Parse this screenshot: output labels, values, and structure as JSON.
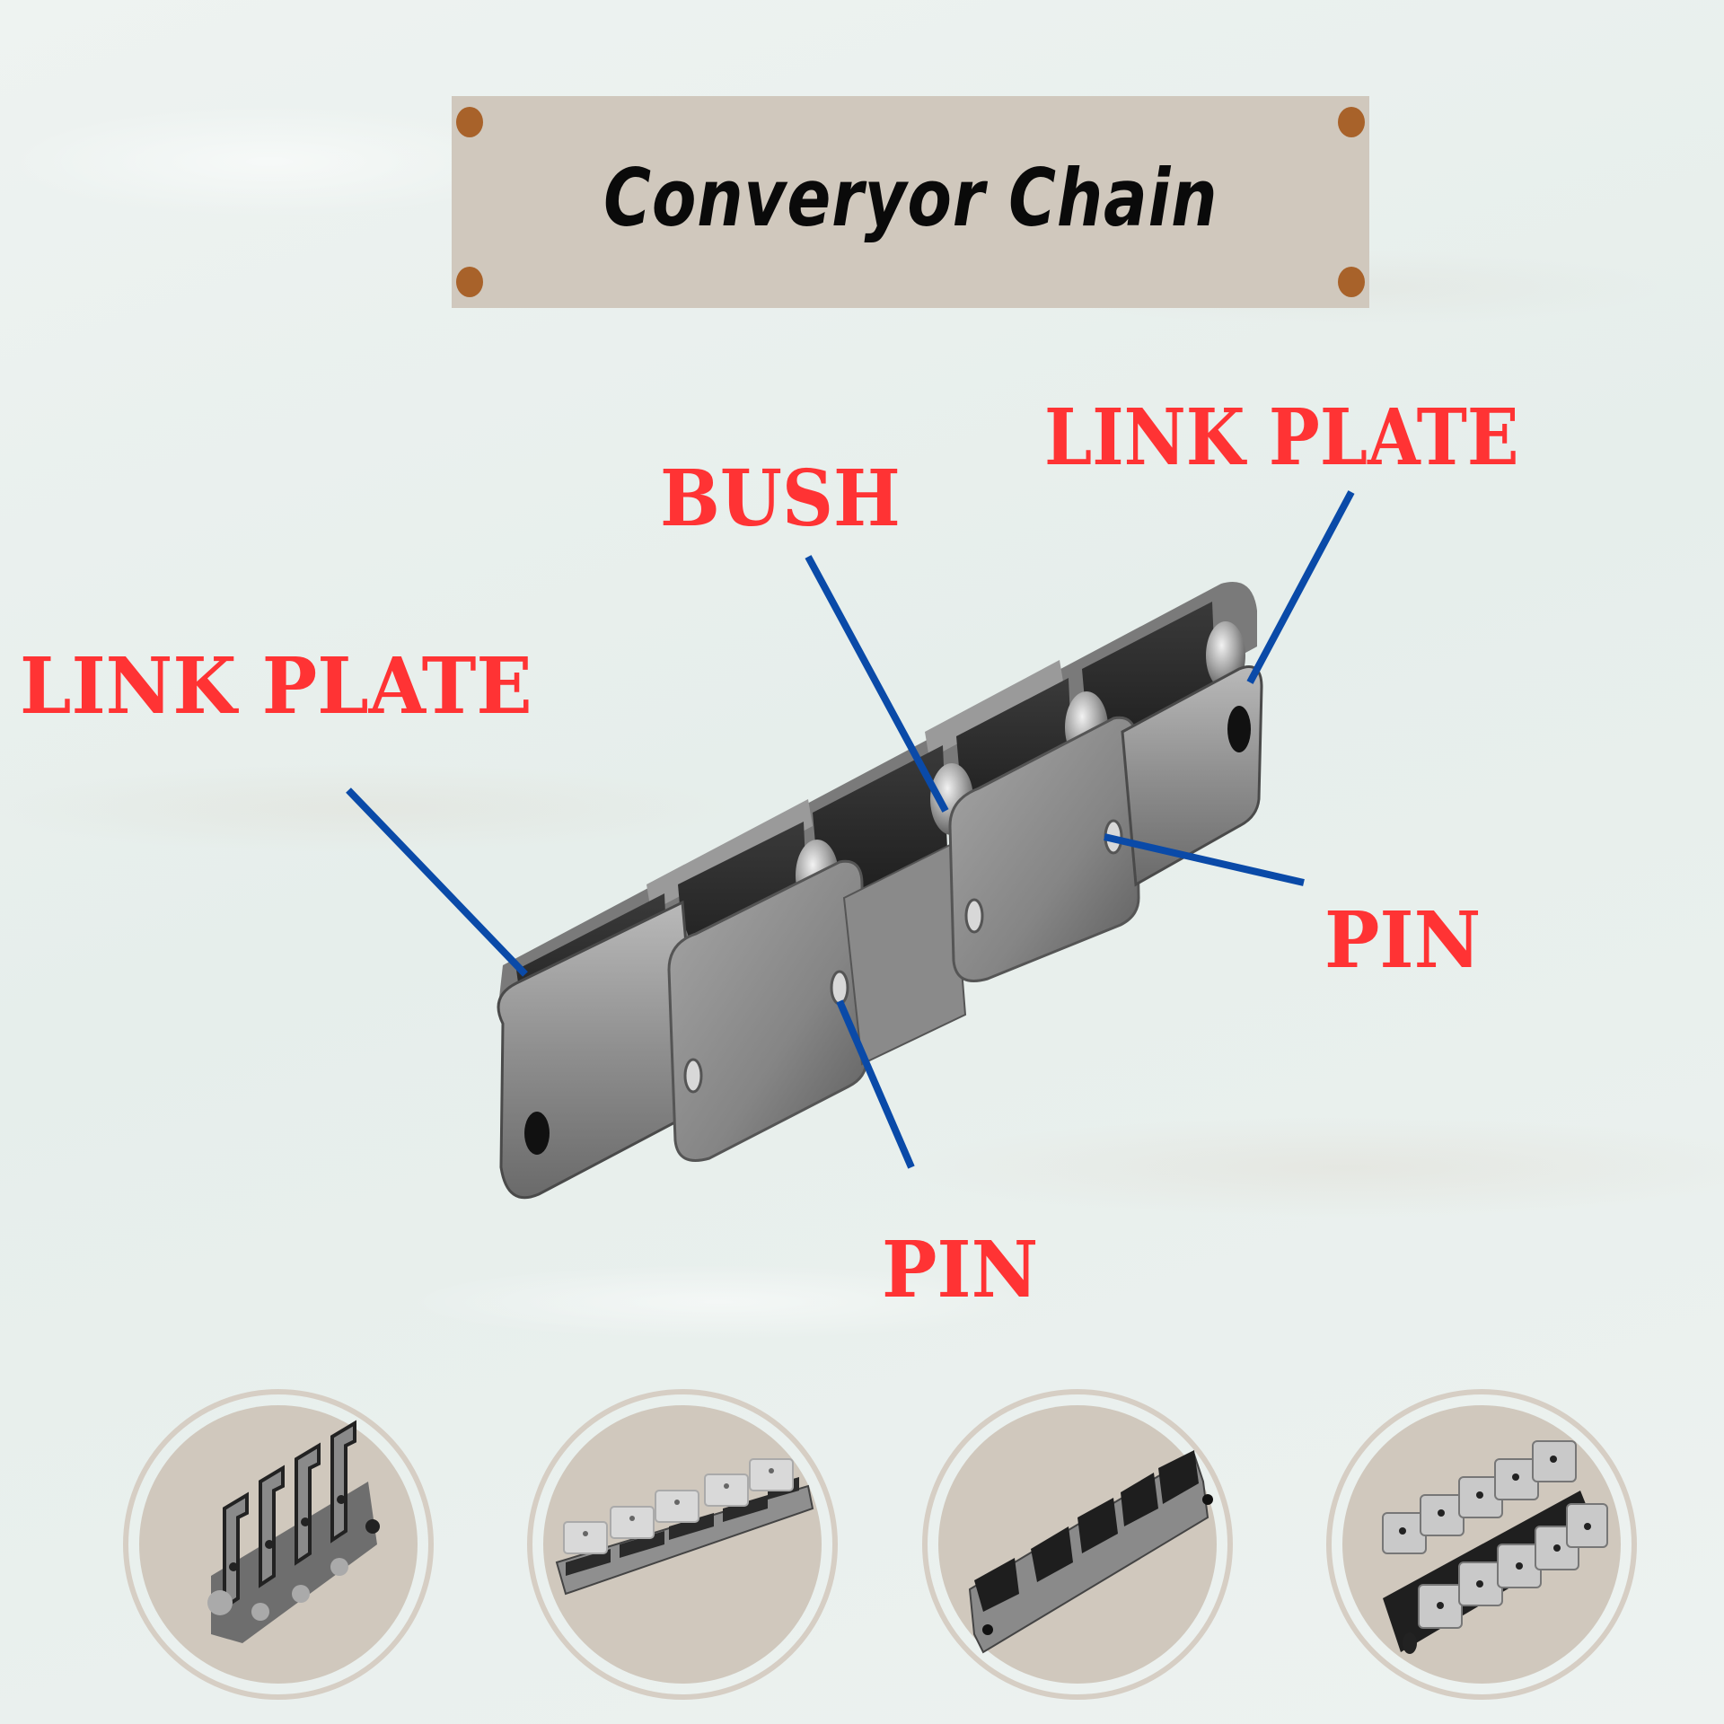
{
  "title": {
    "text": "Converyor Chain",
    "board_color": "#d0c8bd",
    "nail_color": "#a8622a"
  },
  "labels": {
    "link_plate_left": "LINK PLATE",
    "bush": "BUSH",
    "link_plate_right": "LINK PLATE",
    "pin_right": "PIN",
    "pin_bottom": "PIN",
    "color": "#ff3334"
  },
  "leader_line_color": "#0a4aa8",
  "main_image": {
    "subject": "conveyor-chain-illustration",
    "parts": [
      "link plate",
      "bush",
      "pin"
    ]
  },
  "thumbnails": [
    {
      "name": "chain-with-slotted-attachments"
    },
    {
      "name": "chain-with-bent-top-attachments"
    },
    {
      "name": "plain-conveyor-chain"
    },
    {
      "name": "chain-with-double-side-attachments"
    }
  ]
}
